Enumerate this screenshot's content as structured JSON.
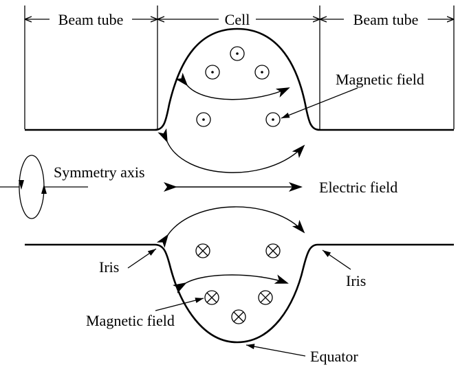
{
  "labels": {
    "beam_tube_left": "Beam tube",
    "cell": "Cell",
    "beam_tube_right": "Beam tube",
    "magnetic_field_top": "Magnetic field",
    "symmetry_axis": "Symmetry axis",
    "electric_field": "Electric field",
    "iris_left": "Iris",
    "iris_right": "Iris",
    "magnetic_field_bottom": "Magnetic field",
    "equator": "Equator"
  },
  "field_symbols": {
    "out_of_page": "dot-circle",
    "into_page": "cross-circle"
  }
}
